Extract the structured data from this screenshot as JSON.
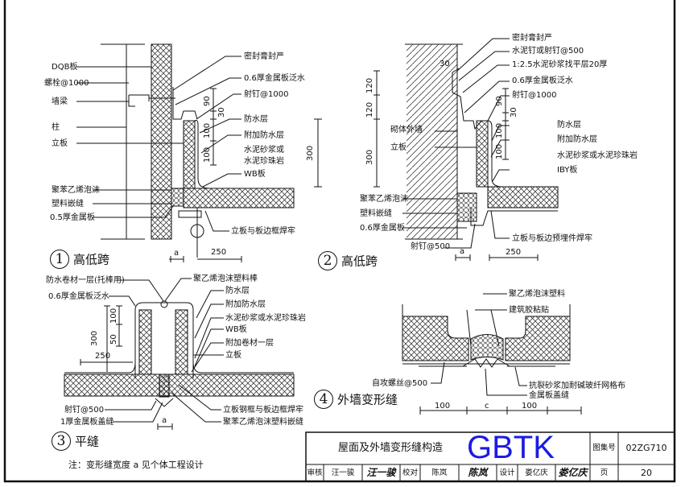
{
  "sheet": {
    "title": "屋面及外墙变形缝构造",
    "atlas_label": "图集号",
    "atlas_number": "02ZG710",
    "page_label": "页",
    "page_number": "20",
    "review_label": "审核",
    "reviewer": "汪一骏",
    "reviewer_sig": "汪一骏",
    "check_label": "校对",
    "checker": "陈岚",
    "checker_sig": "陈岚",
    "design_label": "设计",
    "designer": "娄亿庆",
    "designer_sig": "娄亿庆",
    "watermark": "GBTK",
    "note": "注：变形缝宽度 a 见个体工程设计"
  },
  "detail1": {
    "num": "1",
    "title": "高低跨",
    "left_labels": [
      "DQB板",
      "螺栓@1000",
      "墙梁",
      "柱",
      "立板",
      "聚苯乙烯泡沫",
      "塑料嵌缝",
      "0.5厚金属板"
    ],
    "right_labels": [
      "密封膏封严",
      "0.6厚金属板泛水",
      "射钉@1000",
      "防水层",
      "附加防水层",
      "水泥砂浆或",
      "水泥珍珠岩",
      "WB板"
    ],
    "bottom_label": "立板与板边框焊牢",
    "dims": {
      "d90": "90",
      "d30": "30",
      "d100a": "100",
      "d100b": "100",
      "d300": "300",
      "a": "a",
      "d250": "250"
    }
  },
  "detail2": {
    "num": "2",
    "title": "高低跨",
    "right_labels": [
      "密封膏封严",
      "水泥钉或射钉@500",
      "1:2.5水泥砂浆找平层20厚",
      "0.6厚金属板泛水",
      "射钉@1000",
      "防水层",
      "附加防水层",
      "水泥砂浆或水泥珍珠岩",
      "IBY板"
    ],
    "left_labels": [
      "砌体外墙",
      "立板",
      "聚苯乙烯泡沫",
      "塑料嵌缝",
      "0.6厚金属板"
    ],
    "bottom_labels": [
      "射钉@500",
      "立板与板边预埋件焊牢"
    ],
    "dims": {
      "d30": "30",
      "d120a": "120",
      "d120b": "120",
      "d300": "300",
      "d90": "90",
      "d30b": "30",
      "d100a": "100",
      "d100b": "100",
      "a": "a",
      "d250": "250"
    }
  },
  "detail3": {
    "num": "3",
    "title": "平缝",
    "left_labels": [
      "防水卷材一层(托棒用)",
      "0.6厚金属板泛水"
    ],
    "right_labels": [
      "聚乙烯泡沫塑料棒",
      "防水层",
      "附加防水层",
      "水泥砂浆或水泥珍珠岩",
      "WB板",
      "附加卷材一层",
      "立板"
    ],
    "bottom_left": [
      "射钉@500",
      "1厚金属板盖缝"
    ],
    "bottom_right": [
      "立板钢框与板边框焊牢",
      "聚苯乙烯泡沫塑料嵌缝"
    ],
    "dims": {
      "d300": "300",
      "d50": "50",
      "d100": "100",
      "d250": "250",
      "a": "a"
    }
  },
  "detail4": {
    "num": "4",
    "title": "外墙变形缝",
    "top_labels": [
      "聚乙烯泡沫塑料",
      "建筑胶粘贴"
    ],
    "left_label": "自攻螺丝@500",
    "right_labels": [
      "抗裂砂浆加耐碱玻纤网格布",
      "金属板盖缝"
    ],
    "dims": {
      "d100a": "100",
      "c": "c",
      "d100b": "100"
    }
  }
}
